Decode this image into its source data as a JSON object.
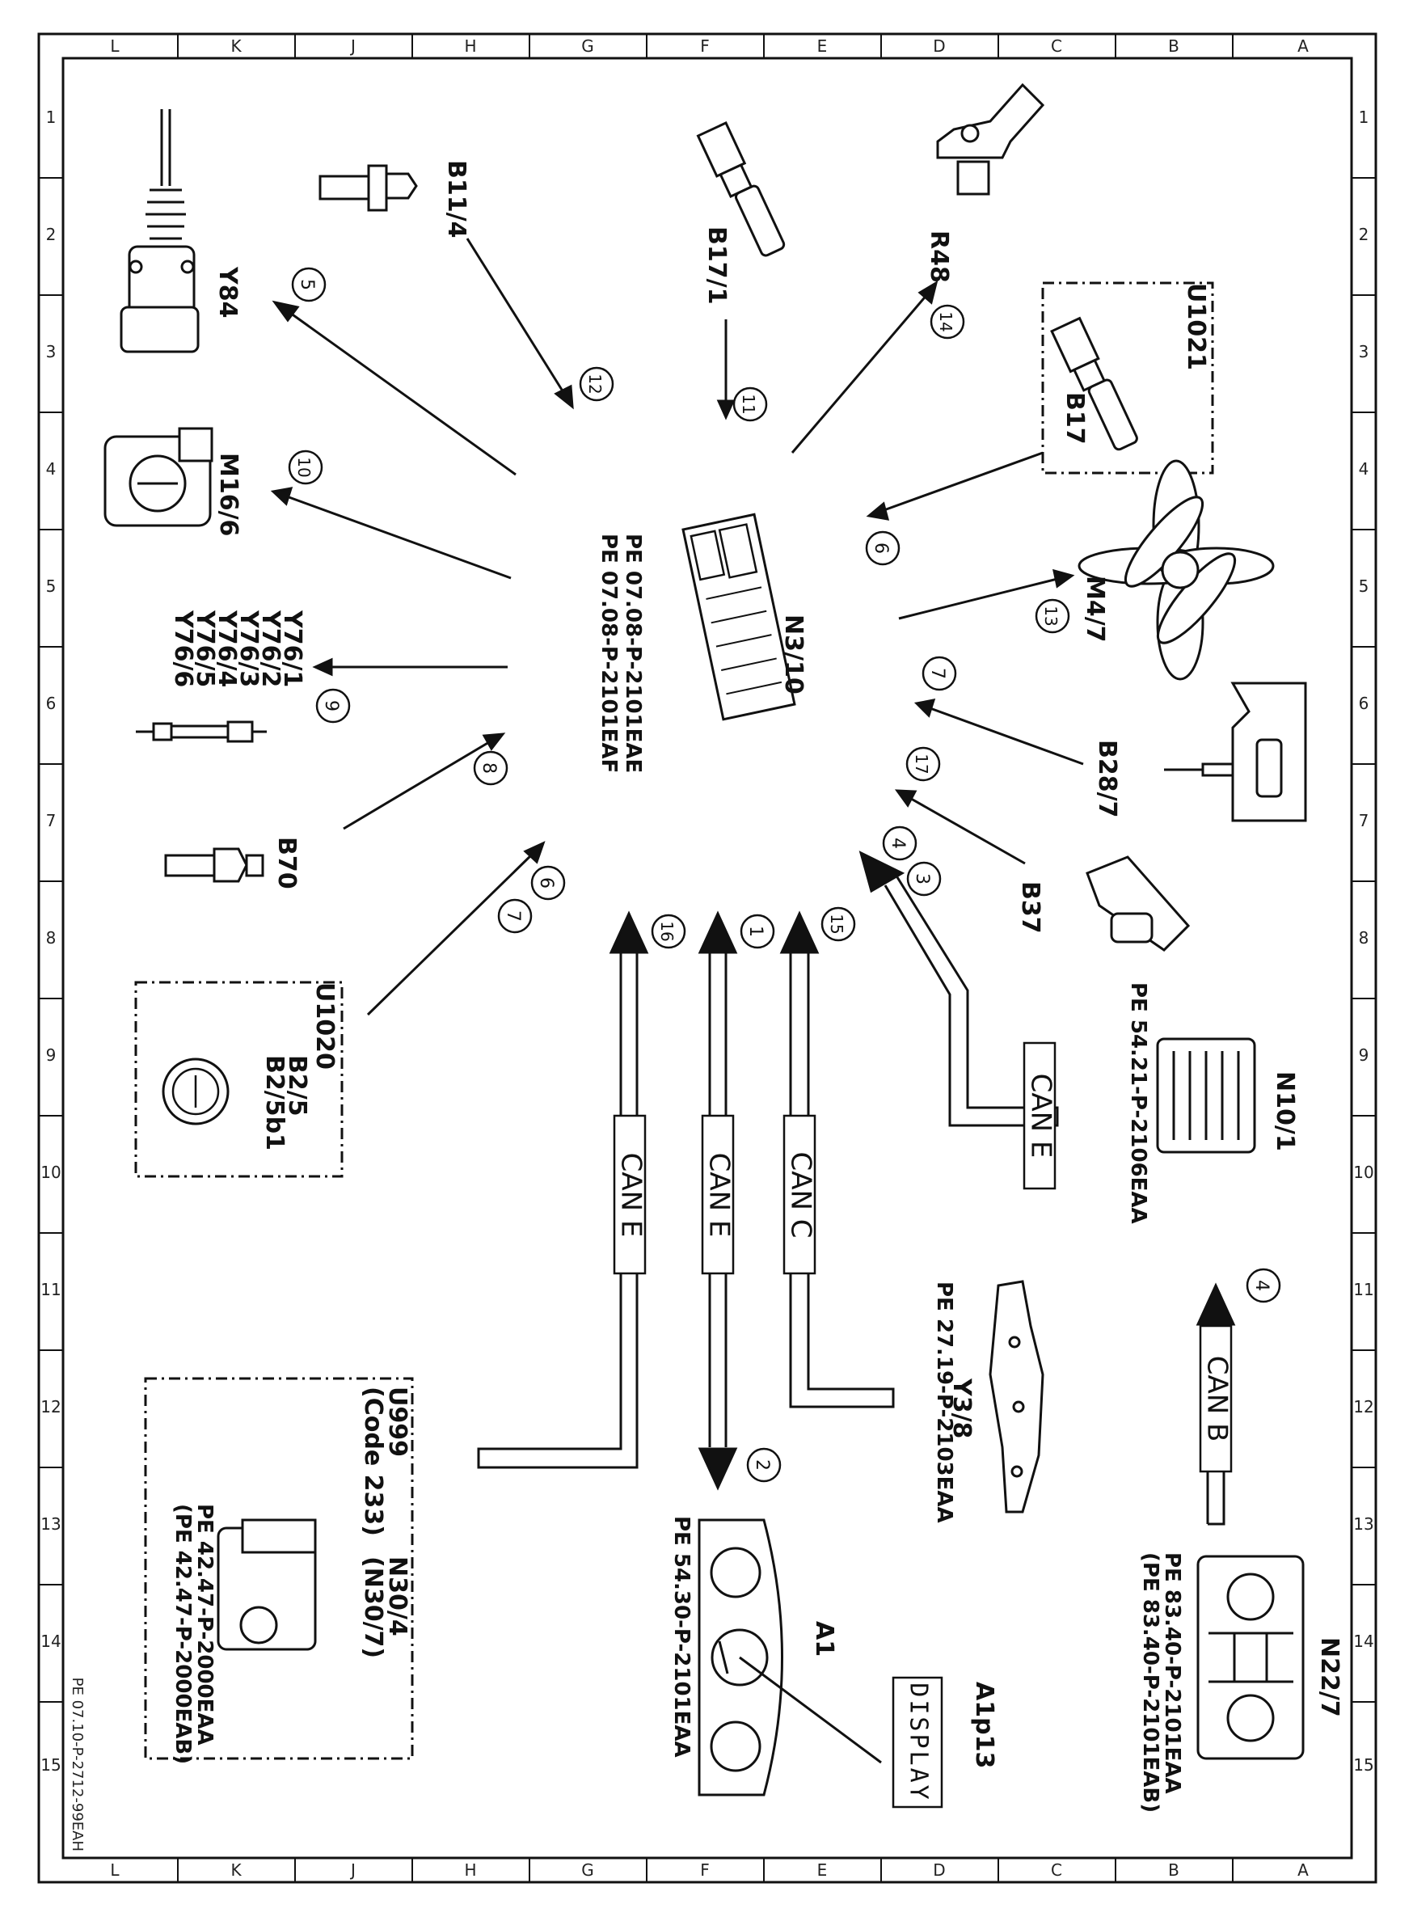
{
  "frame": {
    "columns": [
      "L",
      "K",
      "J",
      "H",
      "G",
      "F",
      "E",
      "D",
      "C",
      "B",
      "A"
    ],
    "rows": [
      "1",
      "2",
      "3",
      "4",
      "5",
      "6",
      "7",
      "8",
      "9",
      "10",
      "11",
      "12",
      "13",
      "14",
      "15"
    ],
    "footer_code": "PE 07.10-P-2712-99EAH"
  },
  "center": {
    "label": "N3/10",
    "refs": [
      "PE 07.08-P-2101EAE",
      "PE 07.08-P-2101EAF"
    ]
  },
  "components": {
    "y84": "Y84",
    "b11_4": "B11/4",
    "b17_1": "B17/1",
    "r48": "R48",
    "u1021": "U1021",
    "b17": "B17",
    "m16_6": "M16/6",
    "m4_7": "M4/7",
    "y76": [
      "Y76/1",
      "Y76/2",
      "Y76/3",
      "Y76/4",
      "Y76/5",
      "Y76/6"
    ],
    "b28_7": "B28/7",
    "b70": "B70",
    "b37": "B37",
    "u1020": "U1020",
    "b2": [
      "B2/5",
      "B2/5b1"
    ],
    "n10_1": "N10/1",
    "n10_1_ref": "PE 54.21-P-2106EAA",
    "y3_8": "Y3/8",
    "y3_8_ref": "PE 27.19-P-2103EAA",
    "n22_7": "N22/7",
    "n22_7_refs": [
      "PE 83.40-P-2101EAA",
      "(PE 83.40-P-2101EAB)"
    ],
    "u999": "U999",
    "code233": "(Code 233)",
    "n30_4": "N30/4",
    "n30_7": "(N30/7)",
    "n30_refs": [
      "PE 42.47-P-2000EAA",
      "(PE 42.47-P-2000EAB)"
    ],
    "a1": "A1",
    "a1_ref": "PE 54.30-P-2101EAA",
    "a1p13": "A1p13",
    "display_text": "DISPLAY"
  },
  "buses": {
    "can_e": "CAN E",
    "can_c": "CAN C",
    "can_b": "CAN B"
  },
  "signals": [
    "1",
    "2",
    "3",
    "4",
    "5",
    "6",
    "7",
    "8",
    "9",
    "10",
    "11",
    "12",
    "13",
    "14",
    "15",
    "16",
    "17"
  ]
}
